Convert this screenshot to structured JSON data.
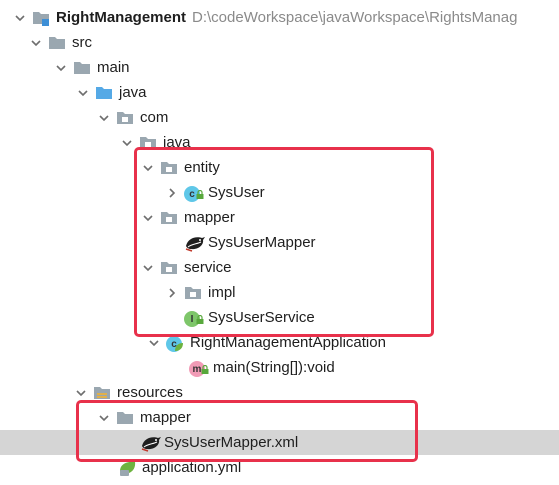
{
  "tree": {
    "rows": [
      {
        "label": "RightManagement",
        "path": "D:\\codeWorkspace\\javaWorkspace\\RightsManag",
        "icon": "module-folder-icon",
        "expanded": true
      },
      {
        "label": "src",
        "icon": "folder-icon",
        "expanded": true
      },
      {
        "label": "main",
        "icon": "folder-icon",
        "expanded": true
      },
      {
        "label": "java",
        "icon": "source-folder-icon",
        "expanded": true
      },
      {
        "label": "com",
        "icon": "package-icon",
        "expanded": true
      },
      {
        "label": "java",
        "icon": "package-icon",
        "expanded": true
      },
      {
        "label": "entity",
        "icon": "package-icon",
        "expanded": true
      },
      {
        "label": "SysUser",
        "icon": "class-icon",
        "expanded": false
      },
      {
        "label": "mapper",
        "icon": "package-icon",
        "expanded": true
      },
      {
        "label": "SysUserMapper",
        "icon": "mybatis-bird-icon"
      },
      {
        "label": "service",
        "icon": "package-icon",
        "expanded": true
      },
      {
        "label": "impl",
        "icon": "package-icon",
        "expanded": false
      },
      {
        "label": "SysUserService",
        "icon": "interface-icon"
      },
      {
        "label": "RightManagementApplication",
        "icon": "spring-class-icon",
        "expanded": true
      },
      {
        "label": "main(String[]):void",
        "icon": "method-icon"
      },
      {
        "label": "resources",
        "icon": "resources-folder-icon",
        "expanded": true
      },
      {
        "label": "mapper",
        "icon": "folder-icon",
        "expanded": true
      },
      {
        "label": "SysUserMapper.xml",
        "icon": "mybatis-xml-icon",
        "selected": true
      },
      {
        "label": "application.yml",
        "icon": "spring-yml-icon"
      }
    ]
  },
  "colors": {
    "folder": "#9aa7b0",
    "source_folder": "#55a9e6",
    "selection": "#d5d5d5",
    "highlight_box": "#e8314b",
    "class_badge": "#5fc7e8",
    "interface_badge": "#7ec66a",
    "method_badge": "#f19bb6",
    "lock": "#58a83c",
    "path_text": "#8a8a8a"
  }
}
